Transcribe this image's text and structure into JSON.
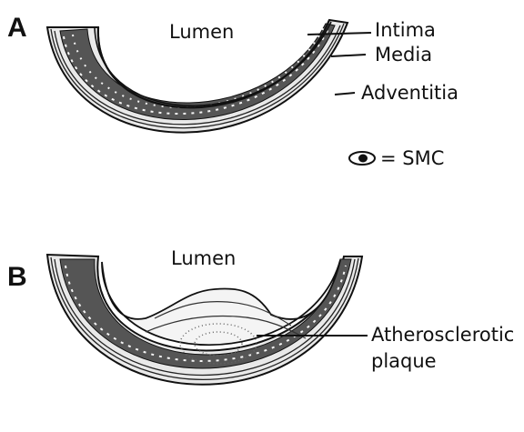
{
  "panel_a": {
    "letter": "A",
    "lumen_label": "Lumen",
    "layers": {
      "intima": "Intima",
      "media": "Media",
      "adventitia": "Adventitia"
    },
    "legend": {
      "icon": "smooth-muscle-cell-icon",
      "text": "= SMC"
    }
  },
  "panel_b": {
    "letter": "B",
    "lumen_label": "Lumen",
    "plaque_label_line1": "Atherosclerotic",
    "plaque_label_line2": "plaque"
  },
  "colors": {
    "ink": "#111111",
    "background": "#ffffff"
  }
}
